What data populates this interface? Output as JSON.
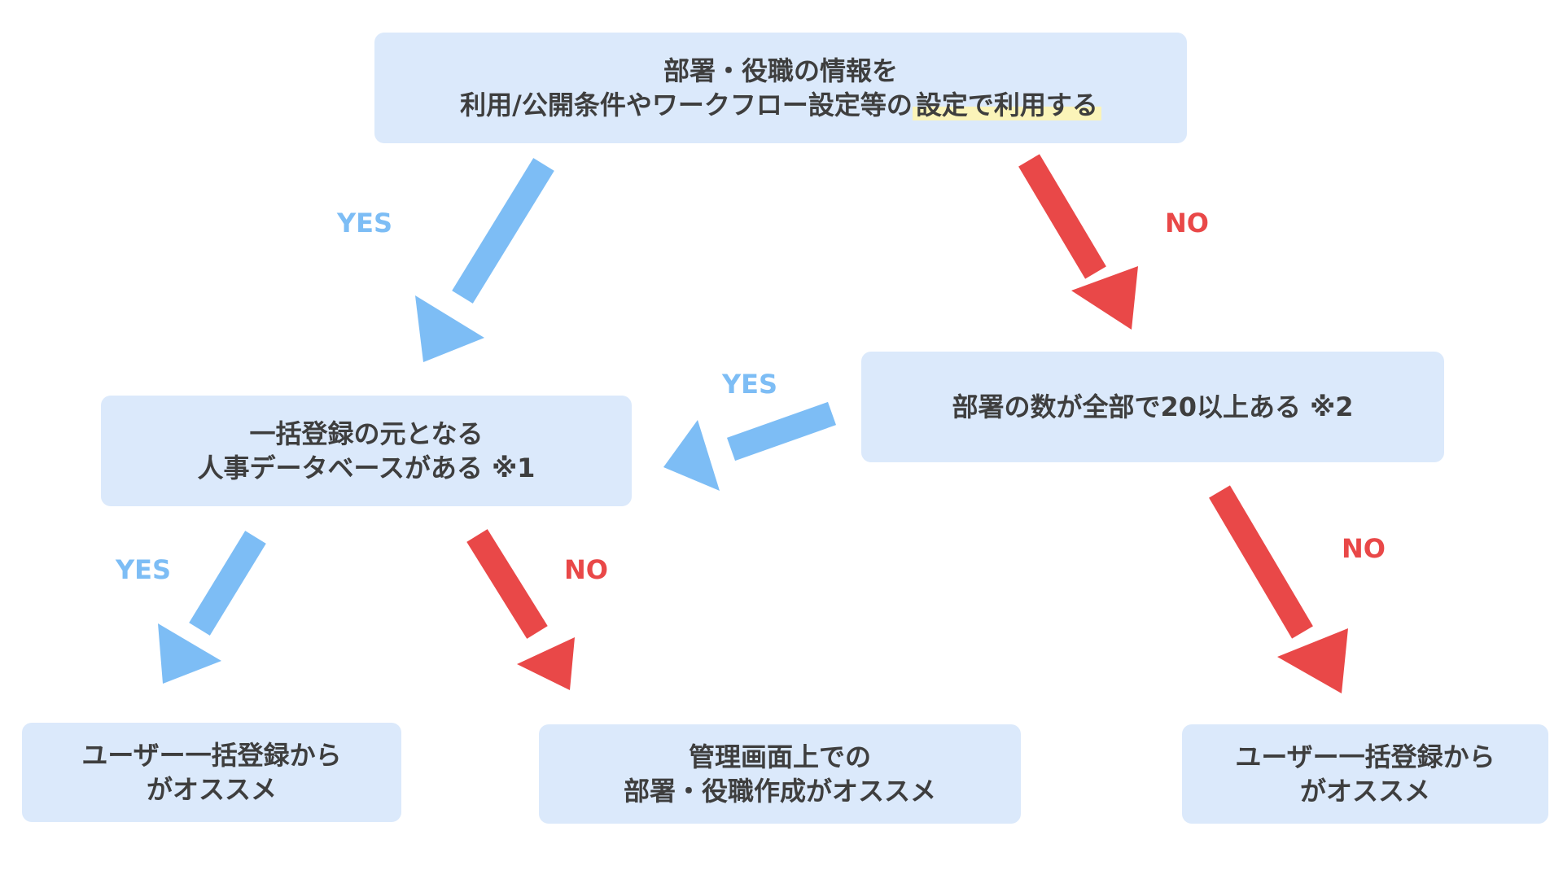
{
  "colors": {
    "box_bg": "#dbe9fb",
    "text": "#3e3e3e",
    "yes": "#7dbdf5",
    "no": "#e94848",
    "highlight": "#fbf4b9"
  },
  "boxes": {
    "top": {
      "line1": "部署・役職の情報を",
      "line2_plain": "利用/公開条件やワークフロー設定等の",
      "line2_highlight": "設定で利用する"
    },
    "right": {
      "line1": "部署の数が全部で20以上ある ※2"
    },
    "left": {
      "line1": "一括登録の元となる",
      "line2": "人事データベースがある ※1"
    },
    "bottom_left": {
      "line1": "ユーザー一括登録から",
      "line2": "がオススメ"
    },
    "bottom_center": {
      "line1": "管理画面上での",
      "line2": "部署・役職作成がオススメ"
    },
    "bottom_right": {
      "line1": "ユーザー一括登録から",
      "line2": "がオススメ"
    }
  },
  "labels": {
    "top_yes": "YES",
    "top_no": "NO",
    "right_yes": "YES",
    "right_no": "NO",
    "left_yes": "YES",
    "left_no": "NO"
  }
}
